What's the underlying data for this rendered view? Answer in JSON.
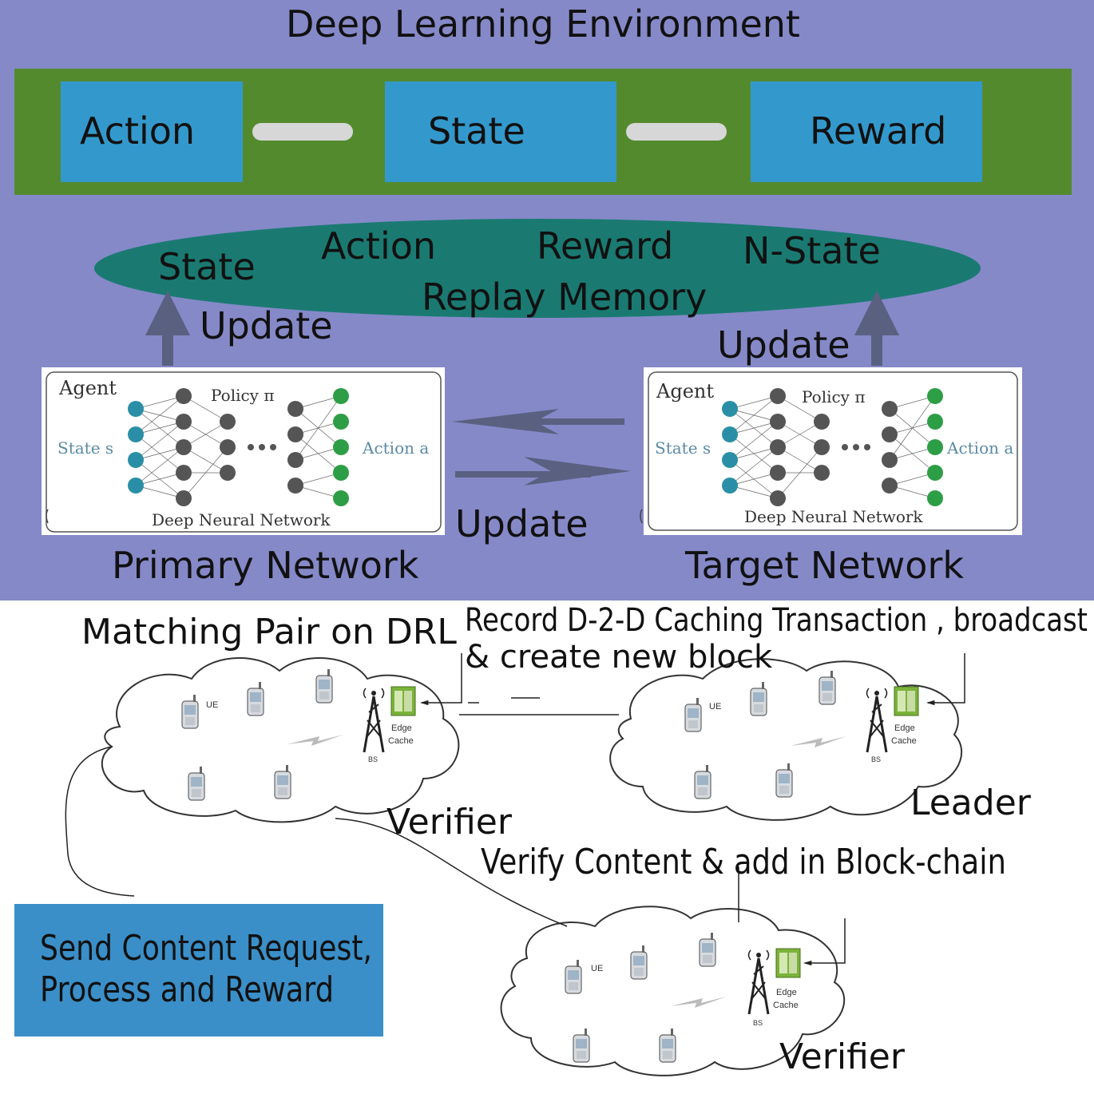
{
  "title": "Deep Learning Environment",
  "environment": {
    "action": "Action",
    "state": "State",
    "reward": "Reward"
  },
  "replay_memory": {
    "label": "Replay Memory",
    "fields": [
      "State",
      "Action",
      "Reward",
      "N-State"
    ]
  },
  "update_labels": {
    "left": "Update",
    "right": "Update",
    "between": "Update"
  },
  "networks": {
    "primary": {
      "caption": "Primary Network",
      "agent": "Agent",
      "policy": "Policy π",
      "state": "State s",
      "action": "Action a",
      "dnn": "Deep Neural Network"
    },
    "target": {
      "caption": "Target Network",
      "agent": "Agent",
      "policy": "Policy π",
      "state": "State s",
      "action": "Action a",
      "dnn": "Deep Neural Network"
    }
  },
  "blockchain": {
    "matching_pair": "Matching Pair on DRL",
    "record_line1": "Record D-2-D Caching Transaction , broadcast",
    "record_line2": "& create new block",
    "verifier_1": "Verifier",
    "leader": "Leader",
    "verify_content": "Verify Content & add in Block-chain",
    "verifier_2": "Verifier",
    "request_line1": "Send Content Request,",
    "request_line2": "Process and Reward"
  },
  "cloud_labels": {
    "ue": "UE",
    "bs": "BS",
    "edge_line1": "Edge",
    "edge_line2": "Cache"
  },
  "colors": {
    "top_bg": "#8589c8",
    "env_bar": "#548a2e",
    "env_box": "#3399cc",
    "replay": "#1a7a72",
    "request_box": "#3a8fc8",
    "arrow": "#5a6080"
  }
}
